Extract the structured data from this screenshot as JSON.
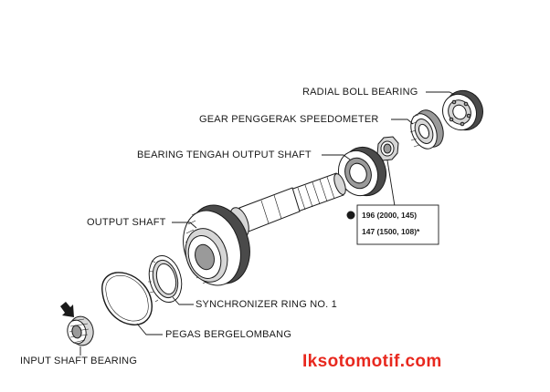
{
  "labels": {
    "radial_bearing": "RADIAL BOLL BEARING",
    "speedo_gear": "GEAR PENGGERAK SPEEDOMETER",
    "center_bearing": "BEARING TENGAH OUTPUT SHAFT",
    "output_shaft": "OUTPUT SHAFT",
    "synchro_ring": "SYNCHRONIZER RING NO. 1",
    "wave_spring": "PEGAS BERGELOMBANG",
    "input_bearing": "INPUT SHAFT BEARING"
  },
  "torque": {
    "line1": "196 (2000, 145)",
    "line2": "147 (1500, 108)*"
  },
  "watermark": "Iksotomotif.com"
}
